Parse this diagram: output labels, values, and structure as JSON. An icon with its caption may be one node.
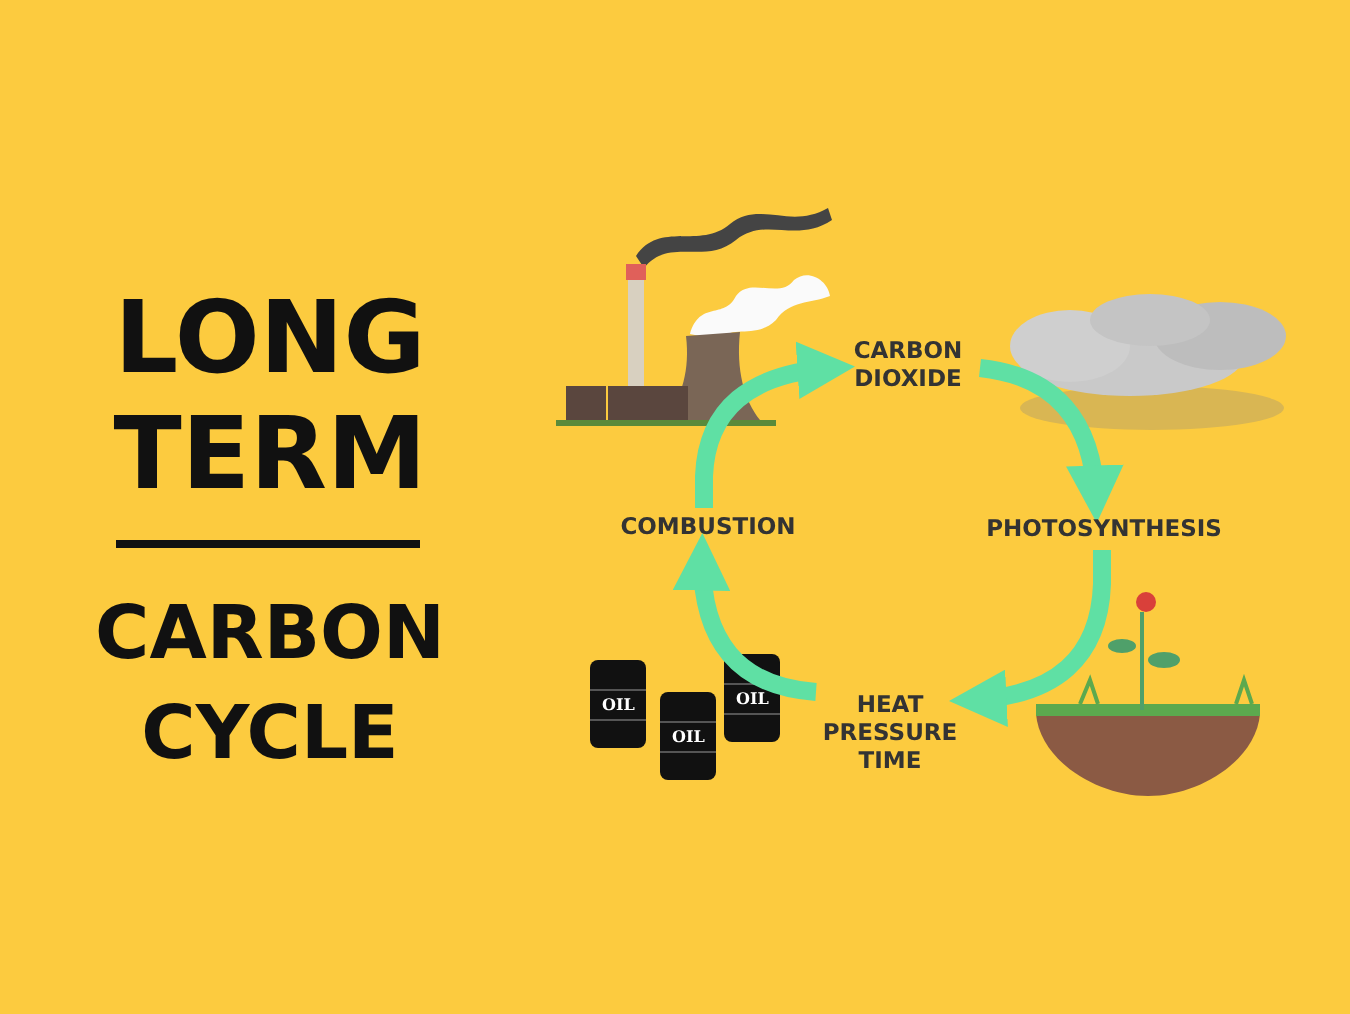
{
  "diagram": {
    "title": "LONG TERM",
    "nodes": [
      {
        "text": [
          "CARBON DIOXIDE"
        ]
      },
      {
        "text": [
          "PHOTOSYNTHESIS"
        ]
      },
      {
        "text": [
          "HEAT PRESSURE TIME"
        ]
      },
      {
        "text": [
          "COMBUSTION"
        ]
      }
    ],
    "edges": [
      {
        "from": 3,
        "to": 0,
        "arrow": "to"
      },
      {
        "from": 0,
        "to": 1,
        "arrow": "to"
      },
      {
        "from": 1,
        "to": 2,
        "arrow": "to"
      },
      {
        "from": 2,
        "to": 3,
        "arrow": "to"
      }
    ],
    "labels": [
      "CARBON CYCLE",
      "OIL",
      "OIL",
      "OIL"
    ]
  }
}
